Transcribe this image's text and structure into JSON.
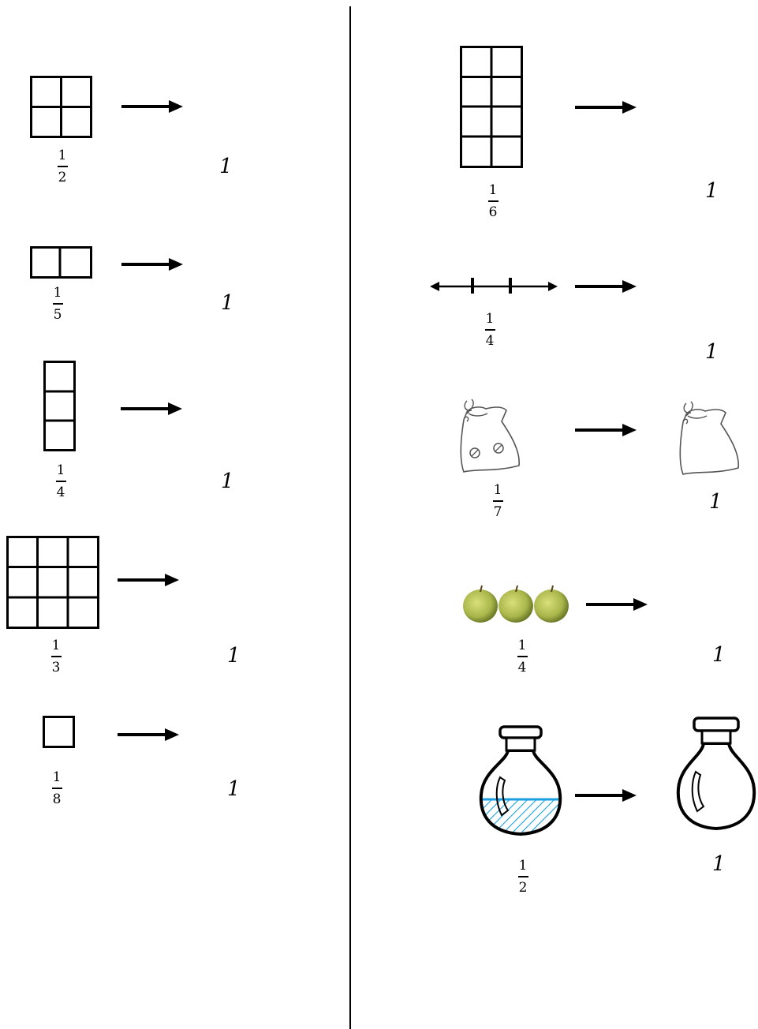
{
  "colors": {
    "ink": "#000000",
    "water": "#1a9fe0",
    "apple": "#a9b64a"
  },
  "icons": {
    "arrow": "right-arrow-icon",
    "number_line": "number-line-icon",
    "bag": "bag-icon",
    "apple": "apple-icon",
    "jar": "glass-jar-icon"
  },
  "left_column": [
    {
      "shape": "2x2 grid of squares",
      "fraction": {
        "numerator": "1",
        "denominator": "2"
      },
      "whole": "1"
    },
    {
      "shape": "1x2 row of squares",
      "fraction": {
        "numerator": "1",
        "denominator": "5"
      },
      "whole": "1"
    },
    {
      "shape": "3x1 column of squares",
      "fraction": {
        "numerator": "1",
        "denominator": "4"
      },
      "whole": "1"
    },
    {
      "shape": "3x3 grid of squares",
      "fraction": {
        "numerator": "1",
        "denominator": "3"
      },
      "whole": "1"
    },
    {
      "shape": "single square",
      "fraction": {
        "numerator": "1",
        "denominator": "8"
      },
      "whole": "1"
    }
  ],
  "right_column": [
    {
      "shape": "4x2 grid of squares",
      "fraction": {
        "numerator": "1",
        "denominator": "6"
      },
      "whole": "1"
    },
    {
      "shape": "number line segment",
      "fraction": {
        "numerator": "1",
        "denominator": "4"
      },
      "whole": "1"
    },
    {
      "shape": "bag with 2 coins",
      "coin_count": 2,
      "fraction": {
        "numerator": "1",
        "denominator": "7"
      },
      "whole": "1"
    },
    {
      "shape": "3 apples",
      "apple_count": 3,
      "fraction": {
        "numerator": "1",
        "denominator": "4"
      },
      "whole": "1"
    },
    {
      "shape": "jar half filled with water",
      "fill_level": 0.5,
      "fraction": {
        "numerator": "1",
        "denominator": "2"
      },
      "whole": "1"
    }
  ]
}
